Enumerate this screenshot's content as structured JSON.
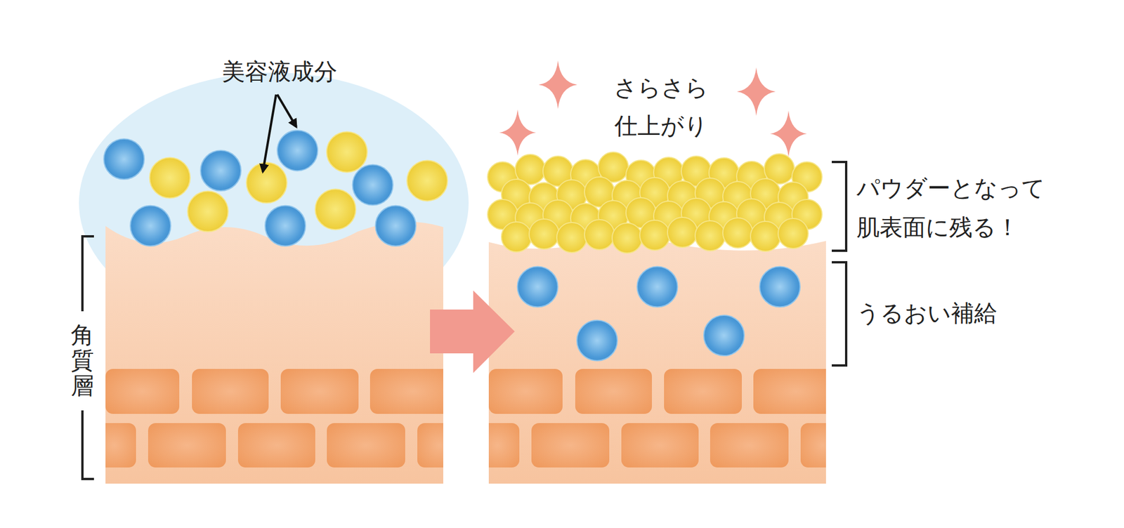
{
  "diagram": {
    "labels": [
      "美容液成分",
      "さらさら 仕上がり",
      "パウダーとなって 肌表面に残る！",
      "うるおい補給",
      "角質層"
    ]
  }
}
